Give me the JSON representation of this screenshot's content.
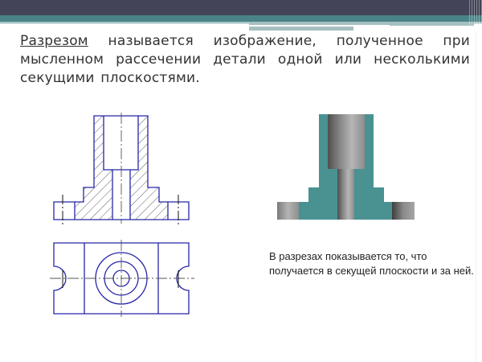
{
  "slide": {
    "definition": {
      "term": "Разрезом",
      "text": " называется изображение, полученное при мысленном рассечении детали одной или несколькими секущими плоскостями."
    },
    "note": "В разрезах показывается то, что получается в секущей плоскости и за ней."
  },
  "drawings": {
    "front_section_view": {
      "label": "section-drawing-hatched",
      "line_color": "#2222aa"
    },
    "top_view": {
      "label": "plan-view-drawing",
      "line_color": "#2222aa"
    },
    "shaded_section": {
      "label": "shaded-section-illustration",
      "fill_color": "#4a9192",
      "metal_dark": "#505050",
      "metal_light": "#b4b4b4"
    }
  },
  "colors": {
    "header_dark": "#434457",
    "header_teal": "#4a8387",
    "text": "#333333"
  }
}
